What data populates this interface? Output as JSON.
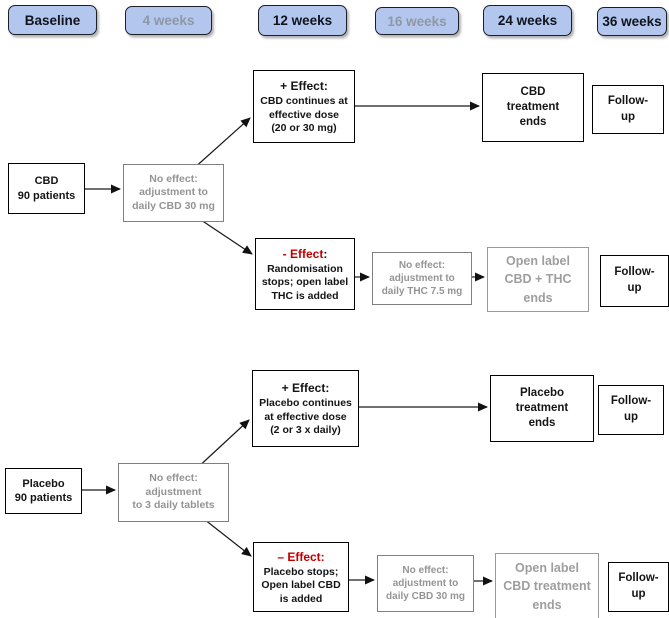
{
  "timeline": {
    "items": [
      {
        "label": "Baseline",
        "active": true
      },
      {
        "label": "4 weeks",
        "active": false
      },
      {
        "label": "12 weeks",
        "active": true
      },
      {
        "label": "16 weeks",
        "active": false
      },
      {
        "label": "24 weeks",
        "active": true
      },
      {
        "label": "36 weeks",
        "active": true
      }
    ]
  },
  "colors": {
    "timeline_fill": "#b3c7ee",
    "timeline_border": "#1c2026",
    "timeline_active_text": "#10131c",
    "timeline_inactive_text": "#8e97a6",
    "effect_negative_red": "#c00000",
    "inactive_gray_text": "#949494",
    "box_border_black": "#000000",
    "box_border_gray": "#808080"
  },
  "cbd_arm": {
    "start": "CBD\n90 patients",
    "adjust": "No effect:\nadjustment to\ndaily CBD 30 mg",
    "plus_title": "+ Effect:",
    "plus_text": "CBD continues at\neffective dose\n(20 or 30 mg)",
    "minus_title": "- Effect",
    "minus_colon": ":",
    "minus_text": "Randomisation\nstops; open label\nTHC is added",
    "treatment_ends": "CBD\ntreatment\nends",
    "thc_adjust": "No effect:\nadjustment to\ndaily THC 7.5 mg",
    "open_label_ends": "Open label\nCBD + THC\nends",
    "followup_top": "Follow-\nup",
    "followup_bottom": "Follow-\nup"
  },
  "placebo_arm": {
    "start": "Placebo\n90 patients",
    "adjust": "No effect:\nadjustment\nto 3 daily tablets",
    "plus_title": "+ Effect:",
    "plus_text": "Placebo continues\nat effective dose\n(2 or 3 x daily)",
    "minus_title": "– Effect:",
    "minus_colon": "",
    "minus_text": "Placebo stops;\nOpen label CBD\nis added",
    "treatment_ends": "Placebo\ntreatment\nends",
    "cbd_adjust": "No effect:\nadjustment to\ndaily CBD 30 mg",
    "open_label_ends": "Open label\nCBD treatment\nends",
    "followup_top": "Follow-\nup",
    "followup_bottom": "Follow-\nup"
  }
}
